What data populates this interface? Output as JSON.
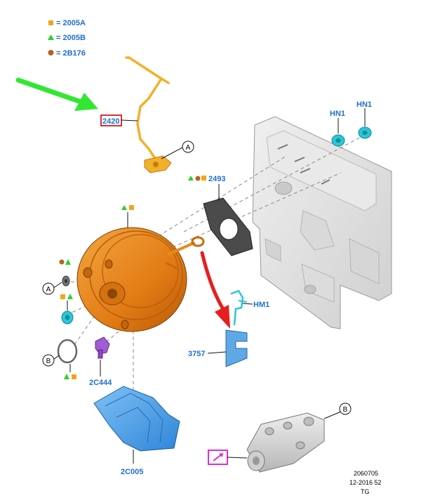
{
  "legend": [
    {
      "label": "= 2005A"
    },
    {
      "label": "= 2005B"
    },
    {
      "label": "= 2B176"
    }
  ],
  "labels": {
    "rod": "2420",
    "hn1_a": "HN1",
    "hn1_b": "HN1",
    "gasket": "2493",
    "pin": "HM1",
    "clip": "3757",
    "valve": "2C444",
    "shield": "2C005"
  },
  "callouts": {
    "a1": "A",
    "a2": "A",
    "b1": "B",
    "b2": "B"
  },
  "footer": {
    "id": "2060705",
    "date": "12-2016 52",
    "code": "TG"
  },
  "colors": {
    "square": "#f5a31a",
    "triangle": "#2bd12b",
    "circle": "#b8621e",
    "label": "#1f6fd1",
    "rod_highlight": "#d93030",
    "arrow_green": "#33e633",
    "arrow_red": "#e61e1e",
    "booster": "#e98a1c",
    "rod": "#f2b12a",
    "gasket": "#4b4b4b",
    "cyan_parts": "#2bc6d6",
    "clip": "#5ea8e6",
    "shield": "#4a9be6",
    "valve": "#a25cd6",
    "firewall": "#e4e4e4",
    "master_cylinder": "#d8d8d8",
    "note_icon": "#e22ad6"
  }
}
